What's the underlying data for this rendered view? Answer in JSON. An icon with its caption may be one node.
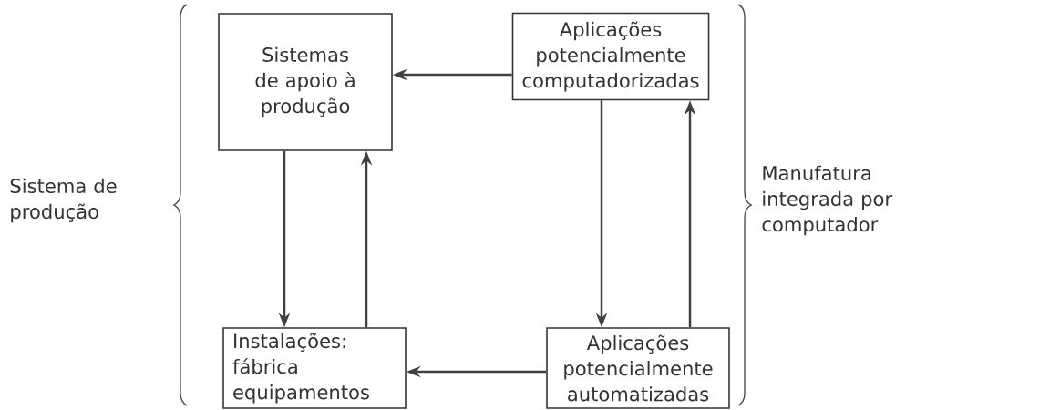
{
  "diagram": {
    "nodes": [
      {
        "text": [
          "Sistemas de apoio à produção"
        ]
      },
      {
        "text": [
          "Aplicações potencialmente computadorizadas"
        ]
      },
      {
        "text": [
          "Instalações: fábrica equipamentos"
        ]
      },
      {
        "text": [
          "Aplicações potencialmente automatizadas"
        ]
      }
    ],
    "edges": [
      {
        "from": 1,
        "to": 0,
        "arrow": "to"
      },
      {
        "from": 0,
        "to": 2,
        "arrow": "to"
      },
      {
        "from": 2,
        "to": 0,
        "arrow": "to"
      },
      {
        "from": 1,
        "to": 3,
        "arrow": "to"
      },
      {
        "from": 3,
        "to": 1,
        "arrow": "to"
      },
      {
        "from": 3,
        "to": 2,
        "arrow": "to"
      }
    ],
    "labels": [
      "Sistema de produção",
      "Manufatura integrada por computador"
    ]
  }
}
